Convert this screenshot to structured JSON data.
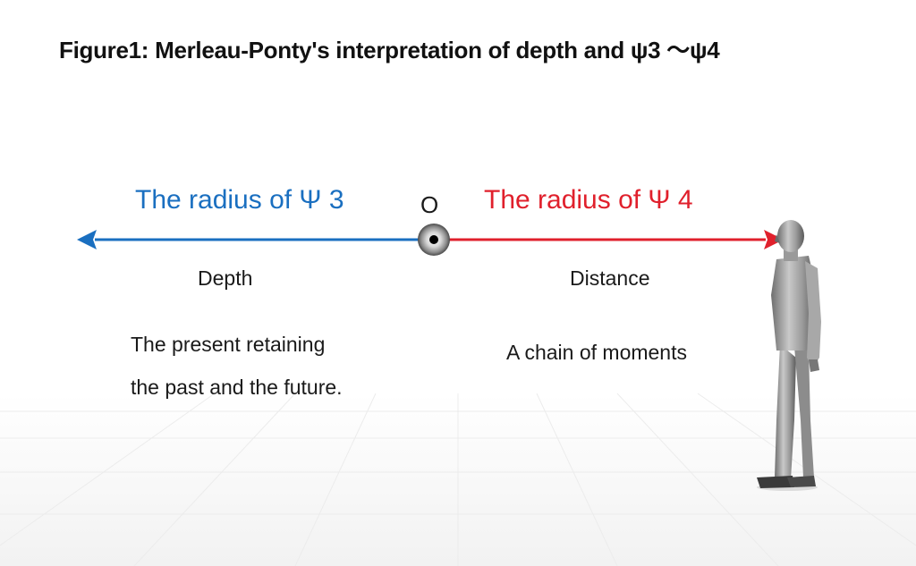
{
  "title": "Figure1: Merleau-Ponty's interpretation of depth and ψ3 ～ψ4",
  "origin_label": "O",
  "left": {
    "label": "The radius of Ψ 3",
    "term": "Depth",
    "description_line1": "The present retaining",
    "description_line2": "the past and the future.",
    "color": "#1a6fc0"
  },
  "right": {
    "label": "The radius of Ψ 4",
    "term": "Distance",
    "description": "A chain of moments",
    "color": "#e0202c"
  }
}
